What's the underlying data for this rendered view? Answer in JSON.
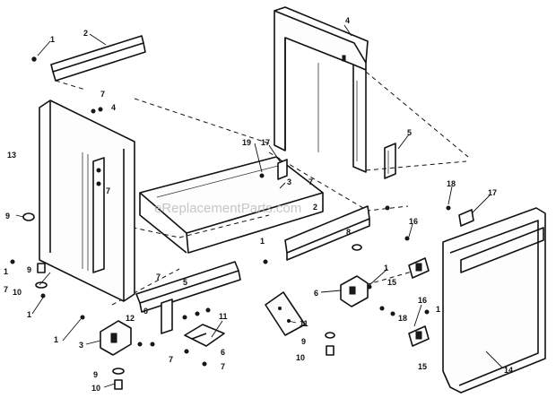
{
  "watermark": "eReplacementParts.com",
  "callouts": {
    "c1": "1",
    "c2": "2",
    "c3": "3",
    "c4": "4",
    "c5": "5",
    "c6": "6",
    "c7": "7",
    "c8": "8",
    "c9": "9",
    "c10": "10",
    "c11": "11",
    "c12": "12",
    "c13": "13",
    "c14": "14",
    "c15": "15",
    "c16": "16",
    "c17": "17",
    "c18": "18",
    "c19": "19"
  }
}
